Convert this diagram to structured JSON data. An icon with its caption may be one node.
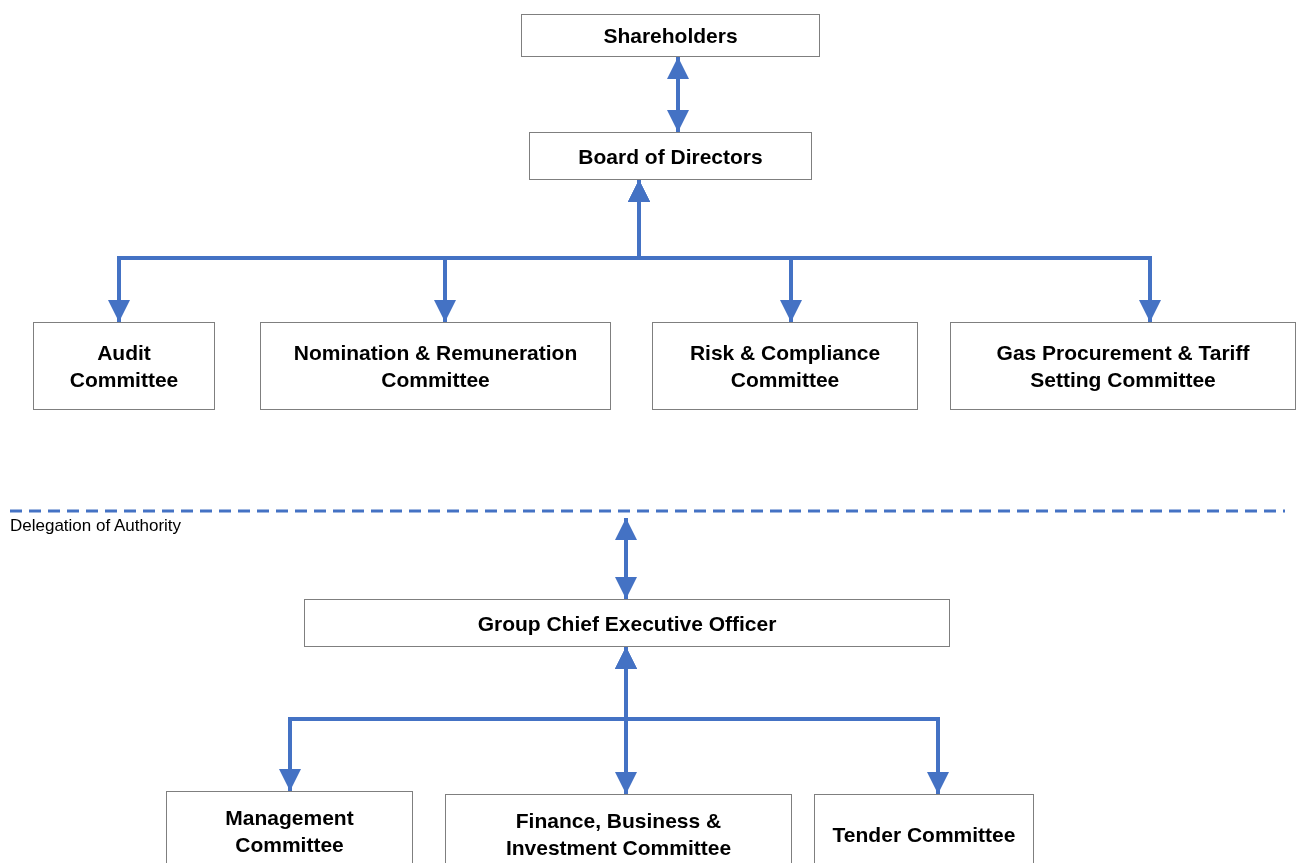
{
  "diagram": {
    "nodes": [
      {
        "text": [
          "Shareholders"
        ]
      },
      {
        "text": [
          "Board of Directors"
        ]
      },
      {
        "text": [
          "Audit Committee"
        ]
      },
      {
        "text": [
          "Nomination & Remuneration Committee"
        ]
      },
      {
        "text": [
          "Risk & Compliance Committee"
        ]
      },
      {
        "text": [
          "Gas Procurement & Tariff Setting Committee"
        ]
      },
      {
        "text": [
          "Group Chief Executive Officer"
        ]
      },
      {
        "text": [
          "Management Committee"
        ]
      },
      {
        "text": [
          "Finance, Business & Investment Committee"
        ]
      },
      {
        "text": [
          "Tender Committee"
        ]
      }
    ],
    "edges": [
      {
        "from": 0,
        "to": 1,
        "arrow": "both"
      },
      {
        "from": 1,
        "to": 2,
        "arrow": "both"
      },
      {
        "from": 1,
        "to": 3,
        "arrow": "both"
      },
      {
        "from": 1,
        "to": 4,
        "arrow": "both"
      },
      {
        "from": 1,
        "to": 5,
        "arrow": "both"
      },
      {
        "from": null,
        "to": 6,
        "arrow": "both"
      },
      {
        "from": 6,
        "to": 7,
        "arrow": "both"
      },
      {
        "from": 6,
        "to": 8,
        "arrow": "both"
      },
      {
        "from": 6,
        "to": 9,
        "arrow": "both"
      }
    ],
    "labels": [
      "Delegation of Authority"
    ]
  }
}
